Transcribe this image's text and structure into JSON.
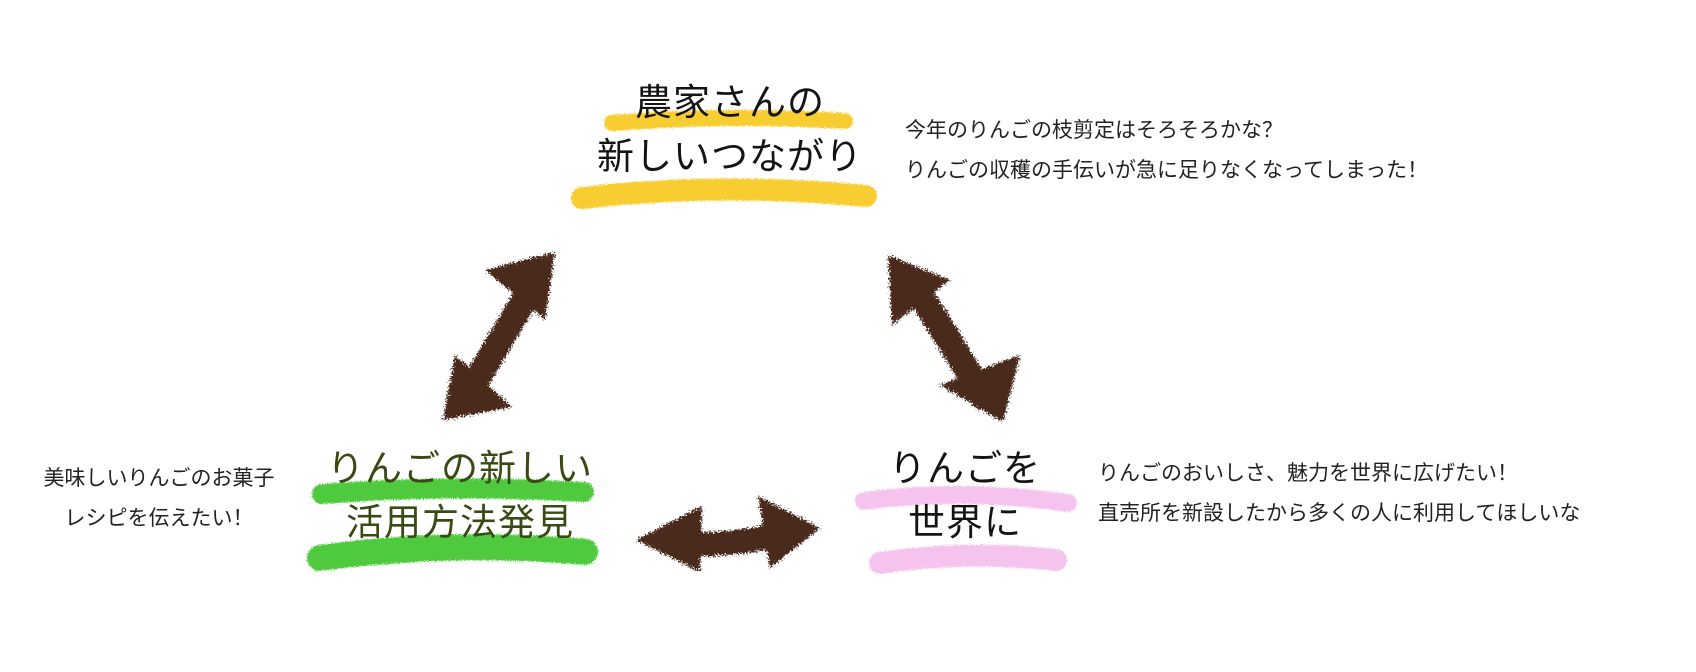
{
  "diagram": {
    "nodes": [
      {
        "id": "farmer",
        "title_lines": [
          "農家さんの",
          "新しいつながり"
        ],
        "highlight_color": "#f8c81c",
        "caption_lines": [
          "今年のりんごの枝剪定はそろそろかな？",
          "りんごの収穫の手伝いが急に足りなくなってしまった！"
        ]
      },
      {
        "id": "usage",
        "title_lines": [
          "りんごの新しい",
          "活用方法発見"
        ],
        "highlight_color": "#3ec52a",
        "caption_lines": [
          "美味しいりんごのお菓子",
          "レシピを伝えたい！"
        ]
      },
      {
        "id": "world",
        "title_lines": [
          "りんごを",
          "世界に"
        ],
        "highlight_color": "#f5b9ec",
        "caption_lines": [
          "りんごのおいしさ、魅力を世界に広げたい！",
          "直売所を新設したから多くの人に利用してほしいな"
        ]
      }
    ],
    "arrows": [
      {
        "from": "farmer",
        "to": "usage",
        "direction": "both"
      },
      {
        "from": "farmer",
        "to": "world",
        "direction": "both"
      },
      {
        "from": "usage",
        "to": "world",
        "direction": "both"
      }
    ],
    "arrow_color": "#4a2a1e"
  }
}
